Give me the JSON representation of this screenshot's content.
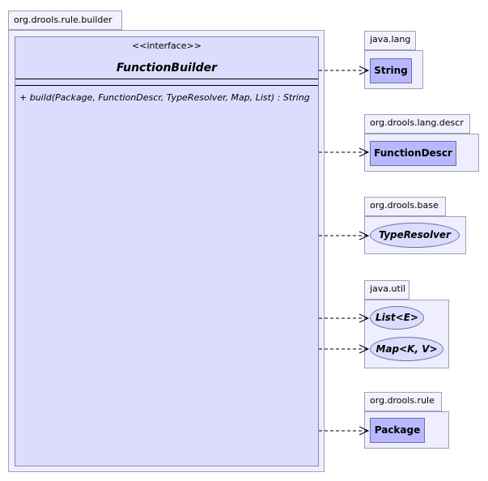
{
  "main_package": {
    "name": "org.drools.rule.builder"
  },
  "interface": {
    "stereotype": "<<interface>>",
    "name": "FunctionBuilder",
    "operation": "+ build(Package, FunctionDescr, TypeResolver, Map, List) : String"
  },
  "packages": [
    {
      "name": "java.lang",
      "items": [
        {
          "name": "String",
          "kind": "class"
        }
      ]
    },
    {
      "name": "org.drools.lang.descr",
      "items": [
        {
          "name": "FunctionDescr",
          "kind": "class"
        }
      ]
    },
    {
      "name": "org.drools.base",
      "items": [
        {
          "name": "TypeResolver",
          "kind": "interface"
        }
      ]
    },
    {
      "name": "java.util",
      "items": [
        {
          "name": "List<E>",
          "kind": "interface"
        },
        {
          "name": "Map<K, V>",
          "kind": "interface"
        }
      ]
    },
    {
      "name": "org.drools.rule",
      "items": [
        {
          "name": "Package",
          "kind": "class"
        }
      ]
    }
  ],
  "colors": {
    "package_fill": "#eeeeff",
    "interface_fill": "#dcdcff",
    "class_fill": "#b8b8ff",
    "border": "#a0a0b8"
  }
}
